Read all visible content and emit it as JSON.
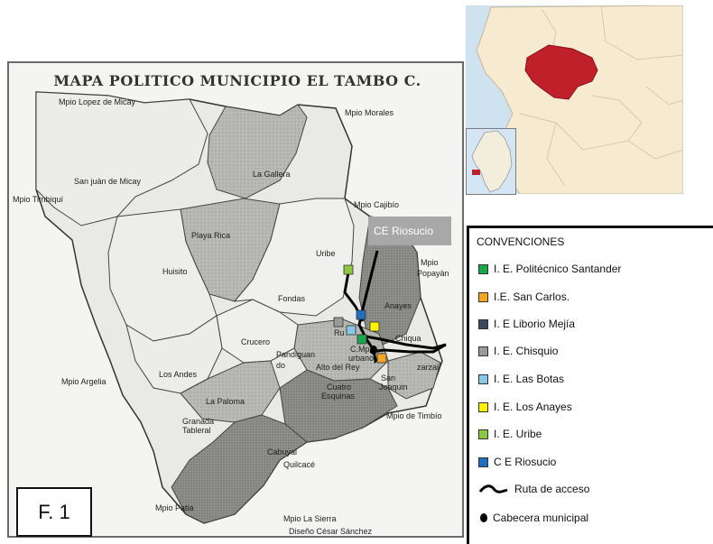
{
  "map": {
    "title": "MAPA POLITICO MUNICIPIO EL TAMBO C.",
    "credit": "Diseño César Sánchez",
    "neighbors": {
      "lopez": "Mpio Lopez de Micay",
      "morales": "Mpio Morales",
      "timbiqui": "Mpio Timbiquí",
      "cajibio": "Mpio Cajibío",
      "popayan_1": "Mpio",
      "popayan_2": "Popayàn",
      "argelia": "Mpio Argelia",
      "timbio": "Mpio de Timbío",
      "patia": "Mpio Patia",
      "sierra": "Mpio La Sierra"
    },
    "places": {
      "san_juan": "San juàn de Micay",
      "la_gallera": "La Gallera",
      "playa_rica": "Playa Rica",
      "uribe": "Uribe",
      "huisito": "Huisito",
      "fondas": "Fondas",
      "anayes": "Anayes",
      "crucero": "Crucero",
      "pandiguando_1": "Pandiguan",
      "pandiguando_2": "do",
      "alto_del_rey": "Alto del Rey",
      "zarzal": "zarzal",
      "los_andes": "Los Andes",
      "la_paloma": "La Paloma",
      "cuatro_1": "Cuatro",
      "cuatro_2": "Esquinas",
      "san_joaquin_1": "San",
      "san_joaquin_2": "Joaquin",
      "granada_1": "Granada",
      "granada_2": "Tableral",
      "cabuyal": "Cabuyal",
      "quilcace": "Quilcacé",
      "c_urbano_1": "C.Mp",
      "c_urbano_2": "urbano",
      "ru": "Ru",
      "chiqua": "Chiqua"
    }
  },
  "callout": {
    "label": "CE Riosucio"
  },
  "legend": {
    "title": "CONVENCIONES",
    "items": [
      {
        "label": "I. E. Politécnico Santander",
        "color": "#1aa64b"
      },
      {
        "label": "I.E. San Carlos.",
        "color": "#f5a623"
      },
      {
        "label": "I. E Liborio Mejía",
        "color": "#3d4a5c"
      },
      {
        "label": "I. E. Chisquio",
        "color": "#9a9a9a"
      },
      {
        "label": "I. E. Las Botas",
        "color": "#8ac6e6"
      },
      {
        "label": "I. E. Los Anayes",
        "color": "#fff200"
      },
      {
        "label": "I. E. Uribe",
        "color": "#8dc63f"
      },
      {
        "label": "C E Riosucio",
        "color": "#1f6fbf"
      }
    ],
    "route_label": "Ruta de acceso",
    "capital_label": "Cabecera municipal"
  },
  "figure_label": "F. 1",
  "colors": {
    "department_highlight": "#c0202a",
    "inset_land": "#f6ead1",
    "inset_water": "#cfe2f0"
  }
}
